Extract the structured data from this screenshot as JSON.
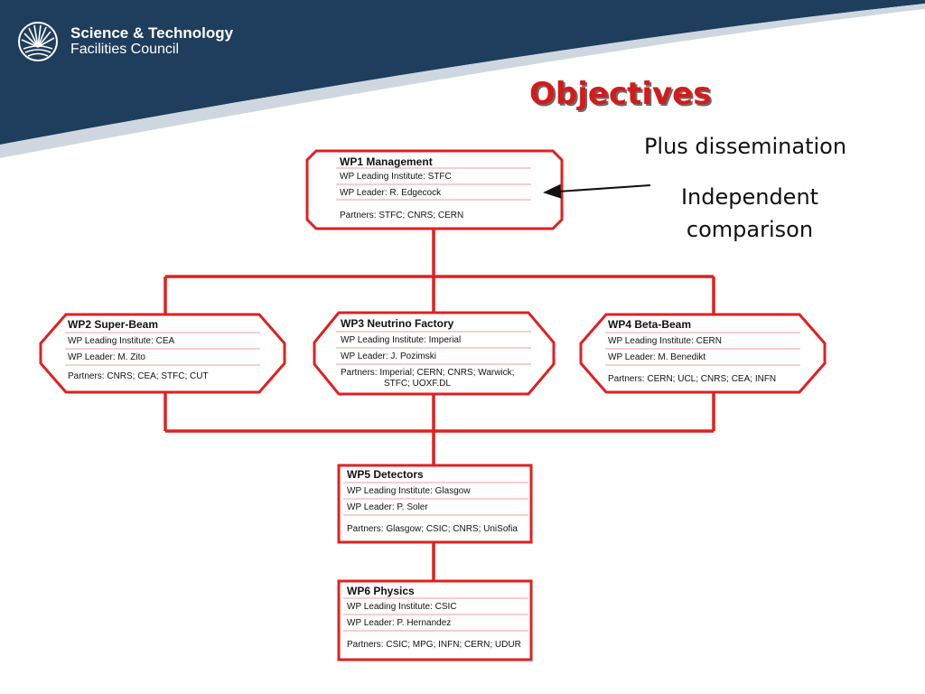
{
  "header": {
    "org_line1": "Science & Technology",
    "org_line2": "Facilities Council",
    "title": "Objectives"
  },
  "annotations": {
    "line1": "Plus dissemination",
    "line2": "Independent comparison"
  },
  "work_packages": [
    {
      "id": "wp1",
      "title": "WP1 Management",
      "institute": "WP Leading Institute: STFC",
      "leader": "WP Leader: R. Edgecock",
      "partners": "Partners: STFC; CNRS; CERN",
      "partners2": ""
    },
    {
      "id": "wp2",
      "title": "WP2 Super-Beam",
      "institute": "WP Leading Institute: CEA",
      "leader": "WP Leader: M. Zito",
      "partners": "Partners: CNRS; CEA; STFC; CUT",
      "partners2": ""
    },
    {
      "id": "wp3",
      "title": "WP3 Neutrino Factory",
      "institute": "WP Leading Institute: Imperial",
      "leader": "WP Leader: J. Pozimski",
      "partners": "Partners: Imperial; CERN; CNRS; Warwick;",
      "partners2": "STFC; UOXF.DL"
    },
    {
      "id": "wp4",
      "title": "WP4 Beta-Beam",
      "institute": "WP Leading Institute: CERN",
      "leader": "WP Leader: M. Benedikt",
      "partners": "Partners: CERN; UCL; CNRS; CEA; INFN",
      "partners2": ""
    },
    {
      "id": "wp5",
      "title": "WP5 Detectors",
      "institute": "WP Leading Institute: Glasgow",
      "leader": "WP Leader: P. Soler",
      "partners": "Partners: Glasgow; CSIC; CNRS; UniSofia",
      "partners2": ""
    },
    {
      "id": "wp6",
      "title": "WP6 Physics",
      "institute": "WP Leading Institute: CSIC",
      "leader": "WP Leader: P. Hernandez",
      "partners": "Partners: CSIC; MPG; INFN; CERN; UDUR",
      "partners2": ""
    }
  ],
  "colors": {
    "banner_dark": "#1f3d5c",
    "accent_red": "#e02020",
    "title_red": "#d41a1a"
  }
}
